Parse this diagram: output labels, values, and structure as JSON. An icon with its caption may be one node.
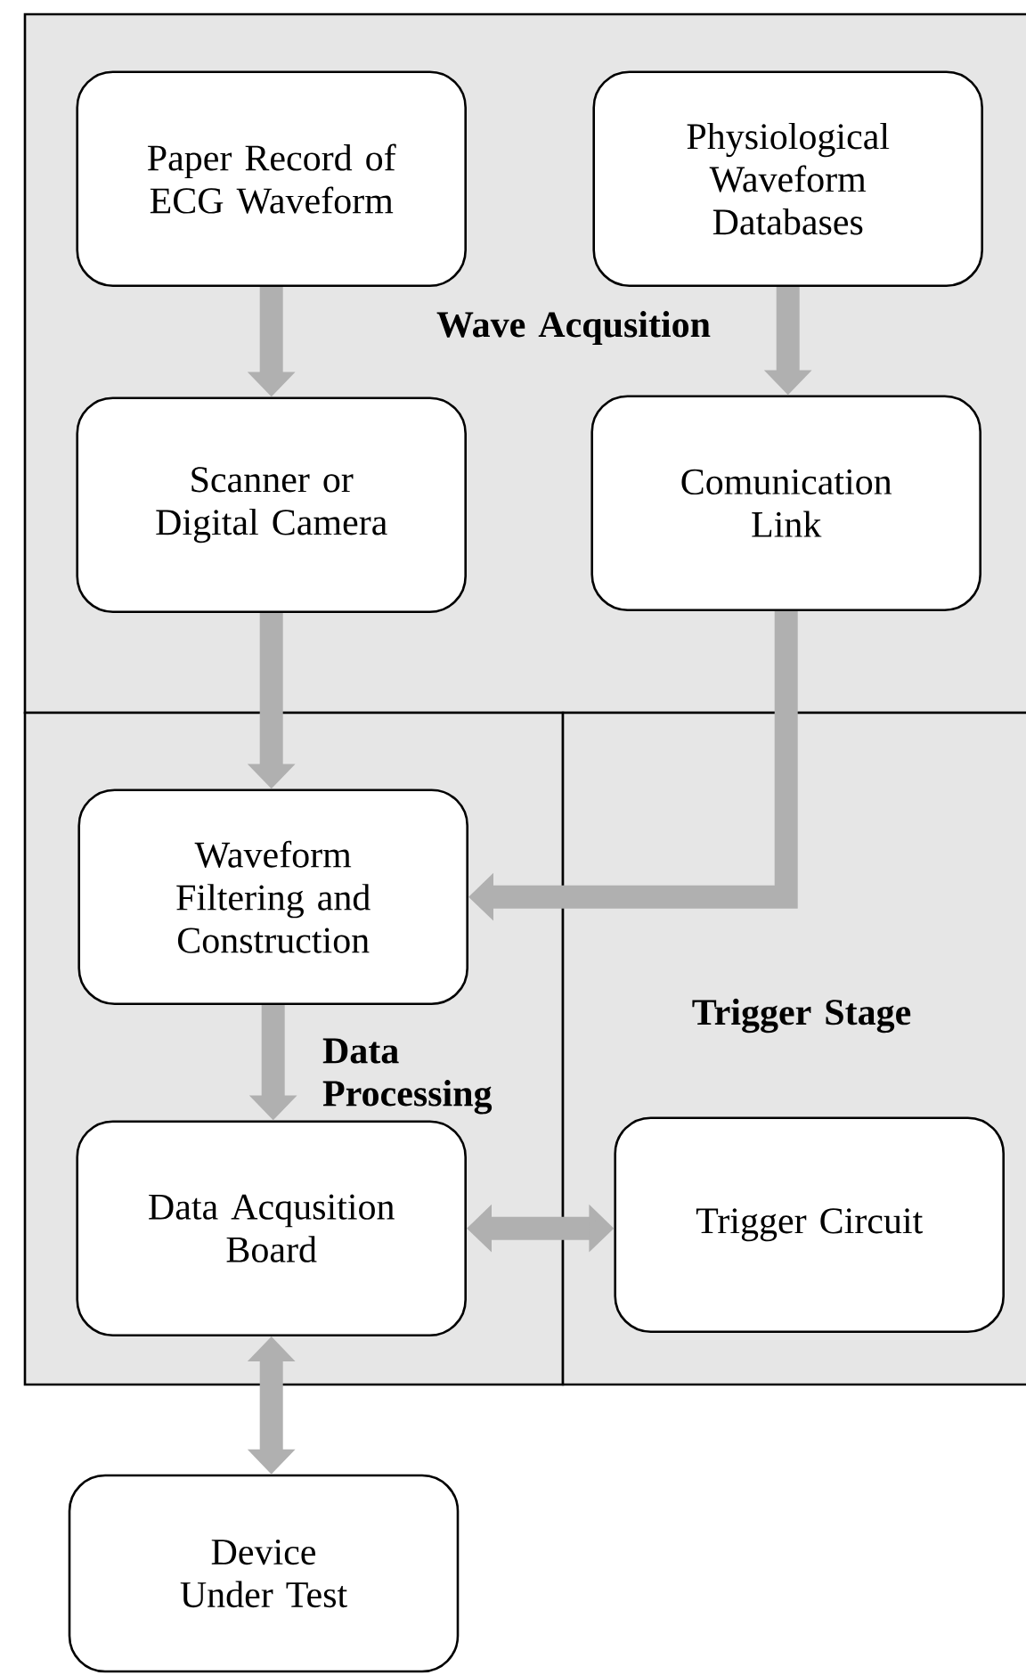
{
  "diagram": {
    "nodes": [
      {
        "text": [
          "Wave Acqusition"
        ]
      },
      {
        "text": [
          "Paper Record of ECG Waveform"
        ],
        "in": 0
      },
      {
        "text": [
          "Physiological Waveform Databases"
        ],
        "in": 0
      },
      {
        "text": [
          "Scanner or Digital Camera"
        ],
        "in": 0
      },
      {
        "text": [
          "Comunication Link"
        ],
        "in": 0
      },
      {
        "text": [
          "Data Processing"
        ]
      },
      {
        "text": [
          "Waveform Filtering and Construction"
        ],
        "in": 5
      },
      {
        "text": [
          "Data Acqusition Board"
        ],
        "in": 5
      },
      {
        "text": [
          "Trigger Stage"
        ]
      },
      {
        "text": [
          "Trigger Circuit"
        ],
        "in": 8
      },
      {
        "text": [
          "Device Under Test"
        ]
      }
    ],
    "edges": [
      {
        "from": 1,
        "to": 3,
        "arrow": "to"
      },
      {
        "from": 2,
        "to": 4,
        "arrow": "to"
      },
      {
        "from": 3,
        "to": 6,
        "arrow": "to"
      },
      {
        "from": 4,
        "to": 6,
        "arrow": "to"
      },
      {
        "from": 6,
        "to": 7,
        "arrow": "to"
      },
      {
        "from": 7,
        "to": 9,
        "arrow": "both"
      },
      {
        "from": 7,
        "to": 10,
        "arrow": "both"
      }
    ]
  }
}
